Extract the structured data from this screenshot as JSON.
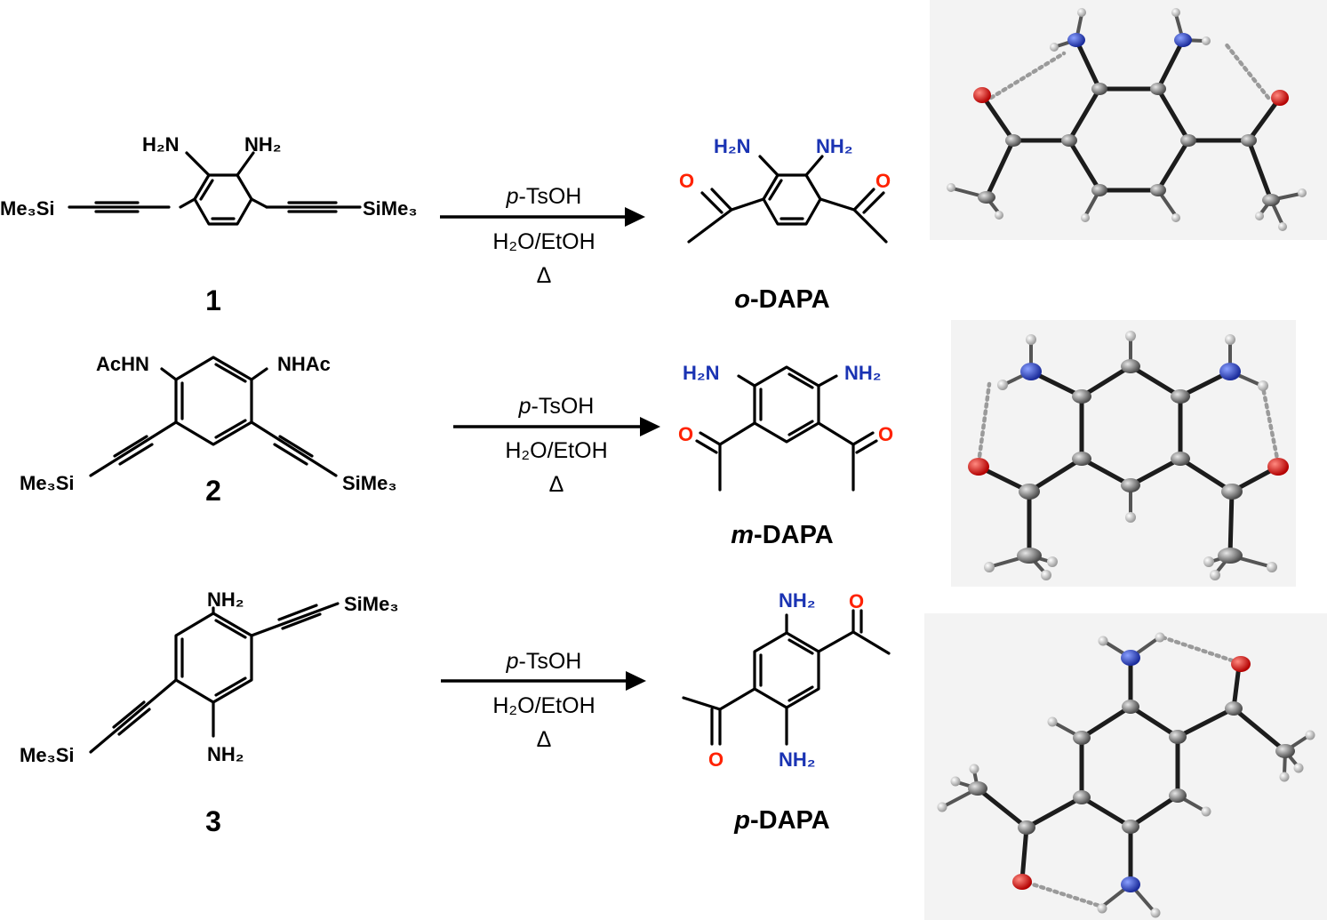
{
  "rows": [
    {
      "reactant": {
        "number": "1",
        "amine_left": "H₂N",
        "amine_right": "NH₂",
        "silyl_left": "Me₃Si",
        "silyl_right": "SiMe₃"
      },
      "conditions": {
        "reagent_prefix": "p",
        "reagent": "-TsOH",
        "solvent": "H₂O/EtOH",
        "heat": "Δ"
      },
      "product": {
        "name_prefix": "o",
        "name": "-DAPA",
        "amine_left": "H₂N",
        "amine_right": "NH₂",
        "oxygen_left": "O",
        "oxygen_right": "O"
      }
    },
    {
      "reactant": {
        "number": "2",
        "amide_left": "AcHN",
        "amide_right": "NHAc",
        "silyl_left": "Me₃Si",
        "silyl_right": "SiMe₃"
      },
      "conditions": {
        "reagent_prefix": "p",
        "reagent": "-TsOH",
        "solvent": "H₂O/EtOH",
        "heat": "Δ"
      },
      "product": {
        "name_prefix": "m",
        "name": "-DAPA",
        "amine_left": "H₂N",
        "amine_right": "NH₂",
        "oxygen_left": "O",
        "oxygen_right": "O"
      }
    },
    {
      "reactant": {
        "number": "3",
        "amine_top": "NH₂",
        "amine_bottom": "NH₂",
        "silyl_top": "SiMe₃",
        "silyl_bottom": "Me₃Si"
      },
      "conditions": {
        "reagent_prefix": "p",
        "reagent": "-TsOH",
        "solvent": "H₂O/EtOH",
        "heat": "Δ"
      },
      "product": {
        "name_prefix": "p",
        "name": "-DAPA",
        "amine_top": "NH₂",
        "amine_bottom": "NH₂",
        "oxygen_top": "O",
        "oxygen_bottom": "O"
      }
    }
  ],
  "colors": {
    "nitrogen": "#1a33b3",
    "oxygen": "#ff2200",
    "carbon_atom": "#6e6e6e",
    "hydrogen_atom": "#d8d8d8",
    "crystal_background": "#f3f3f3"
  }
}
